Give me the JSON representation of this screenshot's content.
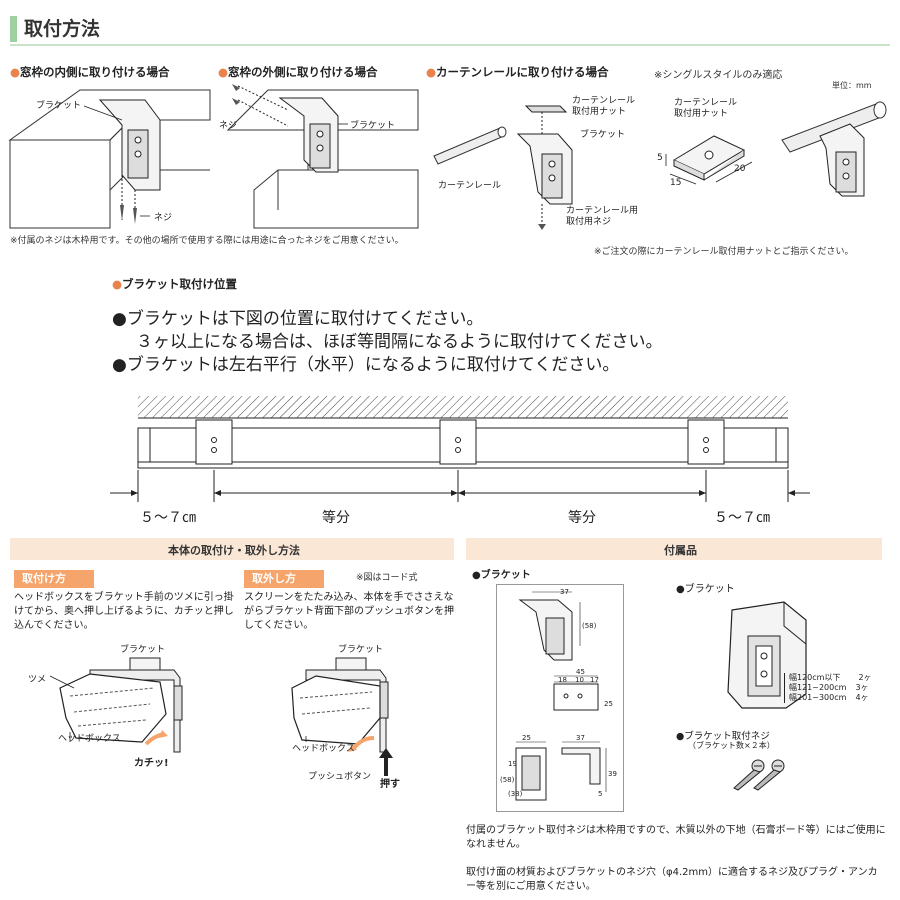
{
  "header": {
    "title": "取付方法"
  },
  "install_cases": [
    {
      "heading": "窓枠の内側に取り付ける場合",
      "labels": {
        "bracket": "ブラケット",
        "screw": "ネジ"
      }
    },
    {
      "heading": "窓枠の外側に取り付ける場合",
      "labels": {
        "screw": "ネジ",
        "bracket": "ブラケット"
      }
    },
    {
      "heading": "カーテンレールに取り付ける場合",
      "note_right": "※シングルスタイルのみ適応",
      "labels": {
        "rail_nut": "カーテンレール\n取付用ナット",
        "bracket": "ブラケット",
        "rail": "カーテンレール",
        "rail_screw": "カーテンレール用\n取付用ネジ"
      },
      "detail": {
        "nut_label": "カーテンレール\n取付用ナット",
        "unit": "単位：mm",
        "dim_5": "5",
        "dim_15": "15",
        "dim_20": "20"
      }
    }
  ],
  "notes": {
    "screw_note": "※付属のネジは木枠用です。その他の場所で使用する際には用途に合ったネジをご用意ください。",
    "order_note": "※ご注文の際にカーテンレール取付用ナットとご指示ください。"
  },
  "position": {
    "heading": "ブラケット取付け位置",
    "lines": [
      "●ブラケットは下図の位置に取付けてください。",
      "３ヶ以上になる場合は、ほぼ等間隔になるように取付けてください。",
      "●ブラケットは左右平行（水平）になるように取付けてください。"
    ],
    "dims": [
      "５～７㎝",
      "等分",
      "等分",
      "５～７㎝"
    ]
  },
  "mounting": {
    "band_title": "本体の取付け・取外し方法",
    "attach": {
      "tag": "取付け方",
      "text": "ヘッドボックスをブラケット手前のツメに引っ掛けてから、奥へ押し上げるように、カチッと押し込んでください。",
      "labels": {
        "bracket": "ブラケット",
        "claw": "ツメ",
        "headbox": "ヘッドボックス",
        "click": "カチッ!"
      }
    },
    "remove": {
      "tag": "取外し方",
      "note": "※図はコード式",
      "text": "スクリーンをたたみ込み、本体を手でささえながらブラケット背面下部のプッシュボタンを押してください。",
      "labels": {
        "bracket": "ブラケット",
        "headbox": "ヘッドボックス",
        "push_button": "プッシュボタン",
        "push": "押す"
      }
    }
  },
  "accessories": {
    "band_title": "付属品",
    "bracket_label": "●ブラケット",
    "bracket_label2": "●ブラケット",
    "drawing_dims": [
      "37",
      "(58)",
      "45",
      "18",
      "10",
      "17",
      "25",
      "25",
      "37",
      "(58)",
      "(38)",
      "39",
      "19",
      "5"
    ],
    "count_table": [
      {
        "range": "幅120cm以下",
        "count": "2ヶ"
      },
      {
        "range": "幅121~200cm",
        "count": "3ヶ"
      },
      {
        "range": "幅201~300cm",
        "count": "4ヶ"
      }
    ],
    "screw_label": "●ブラケット取付ネジ",
    "screw_sub": "（ブラケット数×２本）",
    "footnote_1": "付属のブラケット取付ネジは木枠用ですので、木質以外の下地（石膏ボード等）にはご使用になれません。",
    "footnote_2": "取付け面の材質およびブラケットのネジ穴（φ4.2mm）に適合するネジ及びプラグ・アンカー等を別にご用意ください。"
  }
}
